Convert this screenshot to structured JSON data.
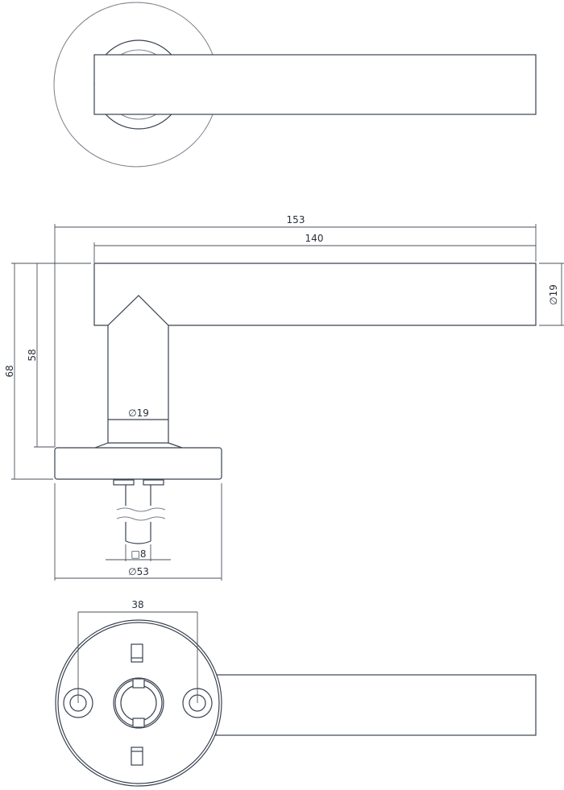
{
  "title": "Door lever handle on round rose - technical drawing",
  "stroke_color": "#3a4250",
  "dimensions": {
    "overall_length": "153",
    "lever_length": "140",
    "lever_diameter": "∅19",
    "neck_diameter": "∅19",
    "overall_height": "68",
    "lever_height": "58",
    "spindle": "□8",
    "rose_diameter": "∅53",
    "screw_spacing": "38"
  }
}
